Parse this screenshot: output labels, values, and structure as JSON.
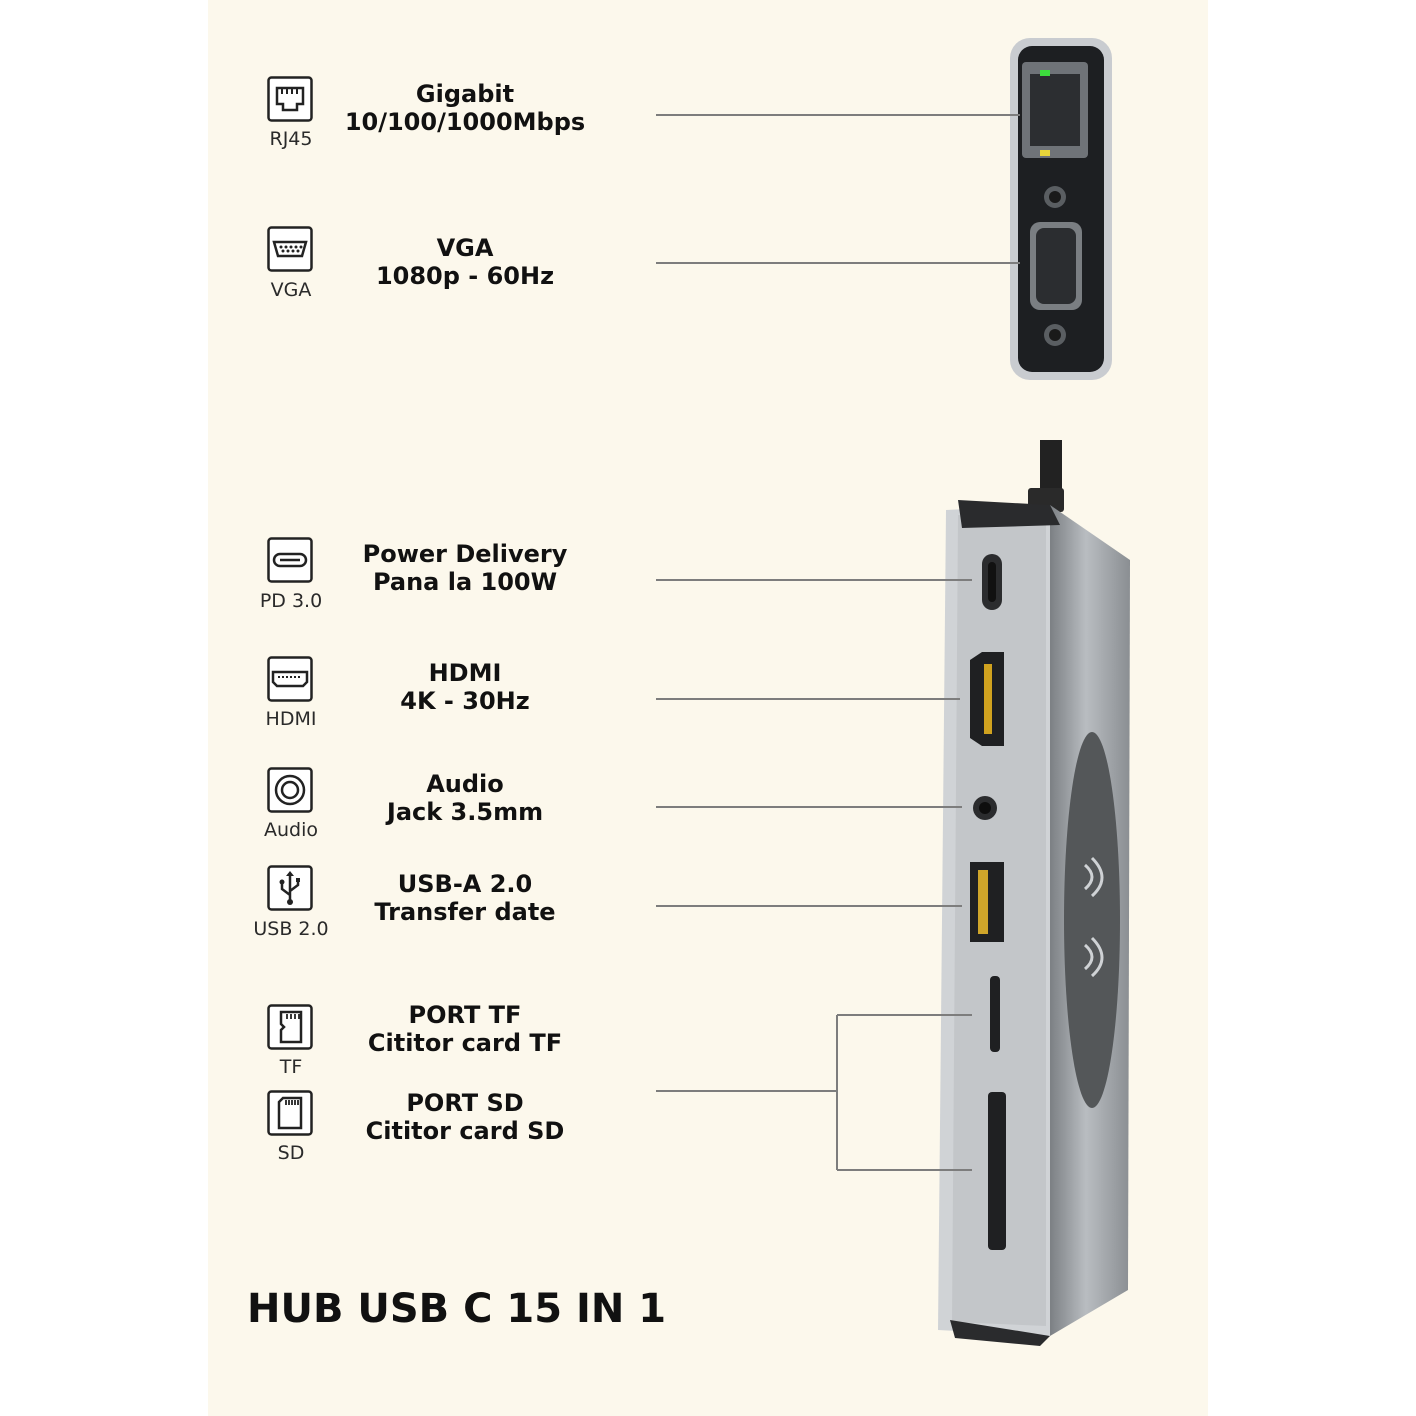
{
  "title": "HUB USB C 15 IN 1",
  "features": [
    {
      "id": "rj45",
      "icon": "ethernet-port-icon",
      "caption": "RJ45",
      "line1": "Gigabit",
      "line2": "10/100/1000Mbps"
    },
    {
      "id": "vga",
      "icon": "vga-port-icon",
      "caption": "VGA",
      "line1": "VGA",
      "line2": "1080p - 60Hz"
    },
    {
      "id": "pd",
      "icon": "usb-c-port-icon",
      "caption": "PD 3.0",
      "line1": "Power Delivery",
      "line2": "Pana la 100W"
    },
    {
      "id": "hdmi",
      "icon": "hdmi-port-icon",
      "caption": "HDMI",
      "line1": "HDMI",
      "line2": "4K - 30Hz"
    },
    {
      "id": "audio",
      "icon": "audio-jack-icon",
      "caption": "Audio",
      "line1": "Audio",
      "line2": "Jack 3.5mm"
    },
    {
      "id": "usb",
      "icon": "usb-symbol-icon",
      "caption": "USB 2.0",
      "line1": "USB-A 2.0",
      "line2": "Transfer date"
    },
    {
      "id": "tf",
      "icon": "micro-sd-card-icon",
      "caption": "TF",
      "line1": "PORT TF",
      "line2": "Cititor card TF"
    },
    {
      "id": "sd",
      "icon": "sd-card-icon",
      "caption": "SD",
      "line1": "PORT SD",
      "line2": "Cititor card SD"
    }
  ],
  "colors": {
    "background": "#fcf8ec",
    "hub_body": "#8f9397",
    "port_face": "#3a3c3f",
    "led_green": "#3ddc3d",
    "led_yellow": "#e7d43a"
  }
}
